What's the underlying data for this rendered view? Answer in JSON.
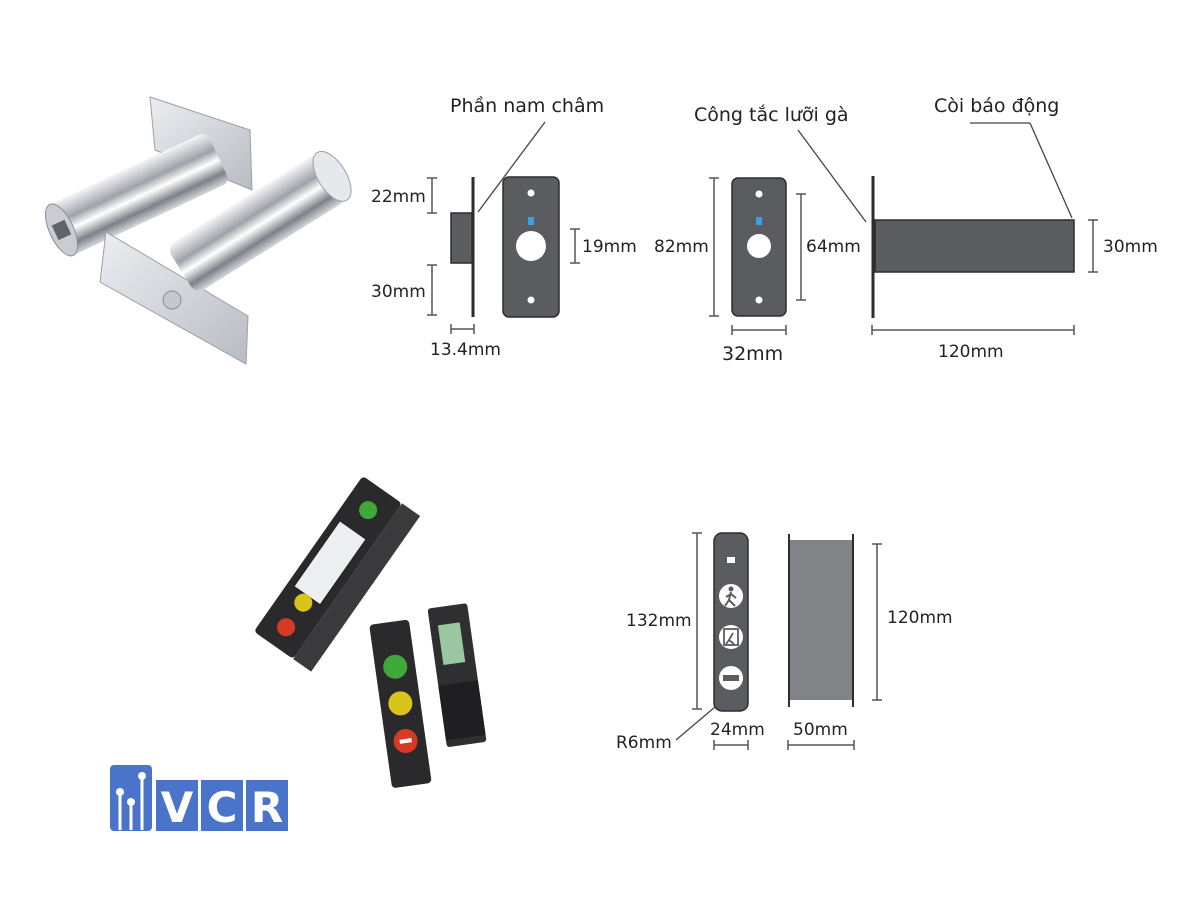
{
  "callouts": {
    "magnet_part": "Phần nam châm",
    "latch_switch": "Công tắc lưỡi gà",
    "alarm_siren": "Còi báo động"
  },
  "dims_top": {
    "magnet_height_upper": "22mm",
    "magnet_height_lower": "30mm",
    "magnet_thickness": "13.4mm",
    "hole_diameter": "19mm",
    "plate_height": "82mm",
    "hole_spacing": "64mm",
    "plate_width": "32mm",
    "siren_height": "30mm",
    "siren_length": "120mm"
  },
  "dims_bottom": {
    "total_height": "132mm",
    "body_height": "120mm",
    "corner_radius": "R6mm",
    "face_width": "24mm",
    "body_depth": "50mm"
  },
  "logo": {
    "text": "VCR",
    "letters": [
      "V",
      "C",
      "R"
    ],
    "color": "#4a74c9"
  },
  "colors": {
    "plate_fill": "#5b5c60",
    "body_fill": "#828387",
    "indicator_blue": "#3aa0e0",
    "led_green": "#3fa83a",
    "led_yellow": "#d9c51a",
    "led_red": "#d63a25"
  },
  "icons": [
    "walking-person-icon",
    "door-exit-icon",
    "no-entry-icon"
  ]
}
